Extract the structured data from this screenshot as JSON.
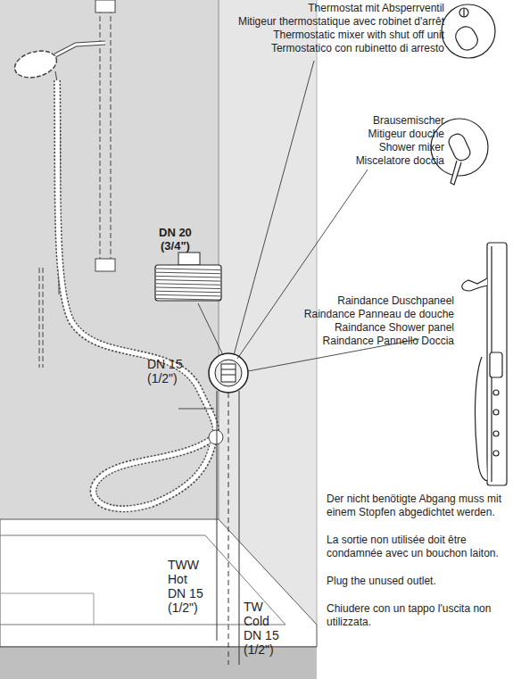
{
  "diagram": {
    "labels": [
      "Thermostat mit Absperrventil",
      "Mitigeur thermostatique avec robinet d'arrêt",
      "Thermostatic mixer with shut off unit",
      "Termostatico con rubinetto di arresto",
      "Brausemischer",
      "Mitigeur douche",
      "Shower mixer",
      "Miscelatore doccia",
      "DN 20",
      "(3/4\")",
      "Raindance Duschpaneel",
      "Raindance Panneau de douche",
      "Raindance Shower panel",
      "Raindance Pannello Doccia",
      "DN 15",
      "(1/2\")",
      "Der nicht benötigte Abgang muss mit einem Stopfen abgedichtet werden.",
      "La sortie non utilisée doit être condamnée avec un bouchon laiton.",
      "Plug the unused outlet.",
      "Chiudere con un tappo l'uscita non utilizzata.",
      "TWW",
      "Hot",
      "DN 15",
      "(1/2\")",
      "TW",
      "Cold",
      "DN 15",
      "(1/2\")"
    ]
  }
}
